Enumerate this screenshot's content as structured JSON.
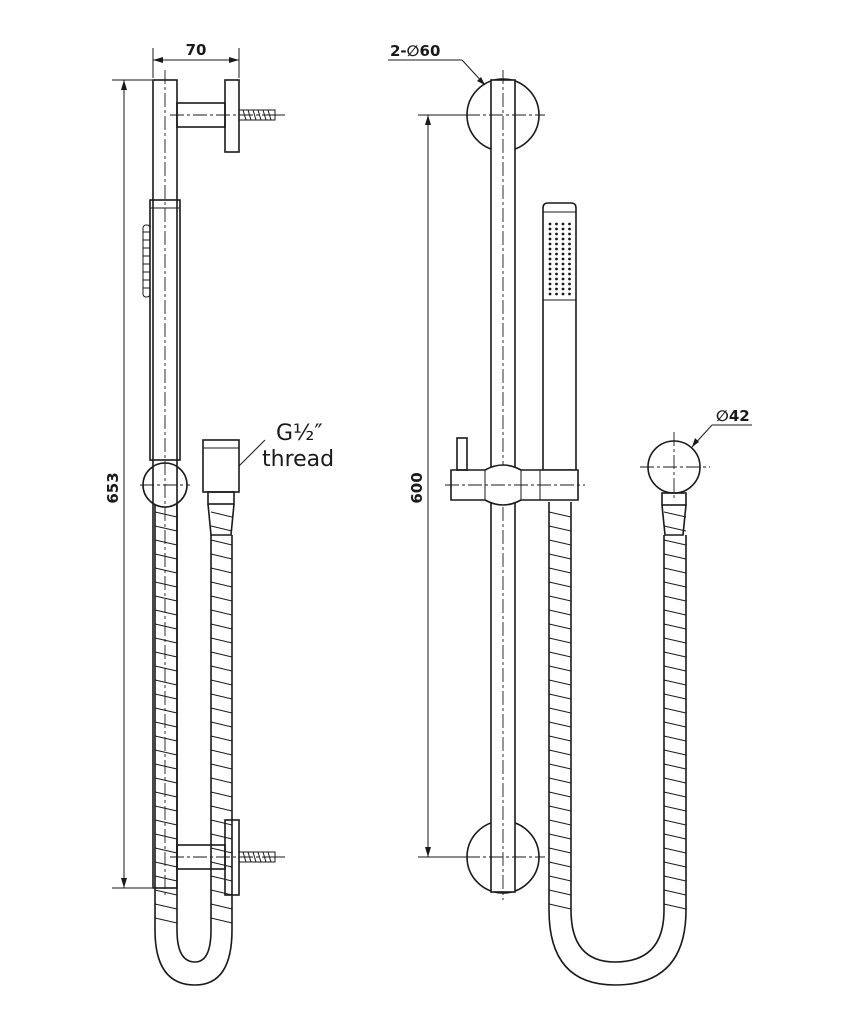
{
  "dimensions": {
    "width_top": "70",
    "total_height": "653",
    "bar_height": "600",
    "mount_diameter": "2-∅60",
    "outlet_diameter": "∅42"
  },
  "callout": {
    "line1": "G½″",
    "line2": "thread"
  }
}
